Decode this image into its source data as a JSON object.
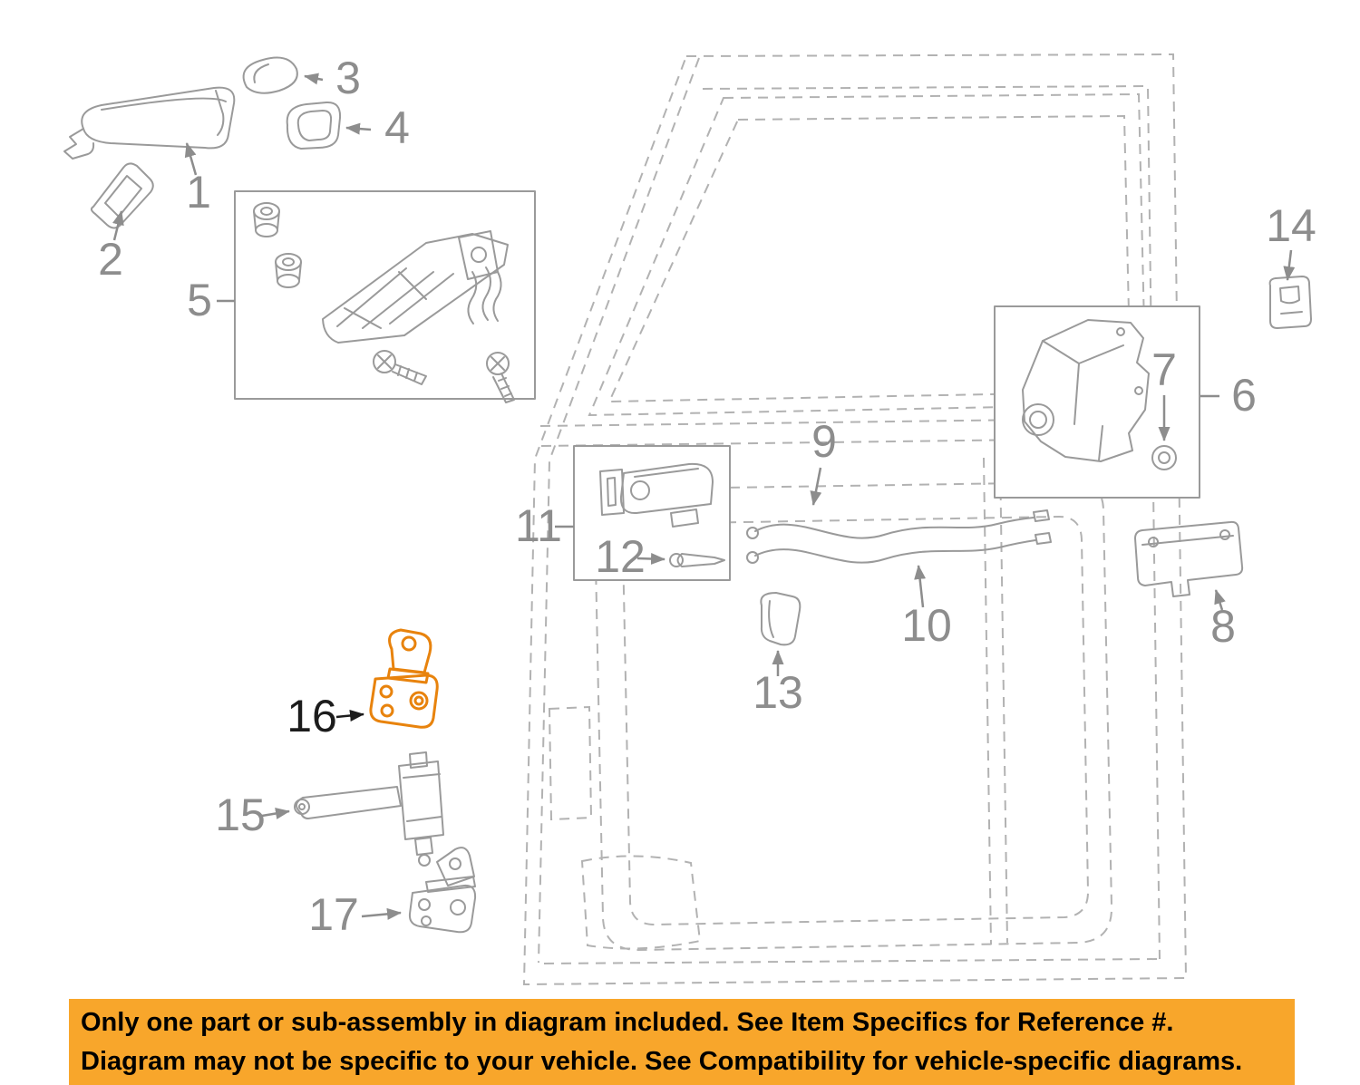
{
  "colors": {
    "door_gray": "#b2b2b2",
    "part_gray": "#9a9a9a",
    "label_gray": "#8d8d8d",
    "label_dark": "#1c1c1c",
    "highlight_orange": "#e8830d",
    "banner_bg": "#f8a62b",
    "banner_text": "#000000",
    "box_fill": "#ffffff"
  },
  "diagram": {
    "labels": [
      "1",
      "2",
      "3",
      "4",
      "5",
      "6",
      "7",
      "8",
      "9",
      "10",
      "11",
      "12",
      "13",
      "14",
      "15",
      "16",
      "17"
    ],
    "highlighted_part": "16"
  },
  "banner": {
    "line1": "Only one part or sub-assembly in diagram included. See Item Specifics for Reference #.",
    "line2": "Diagram may not be specific to your vehicle. See Compatibility for vehicle-specific diagrams."
  }
}
